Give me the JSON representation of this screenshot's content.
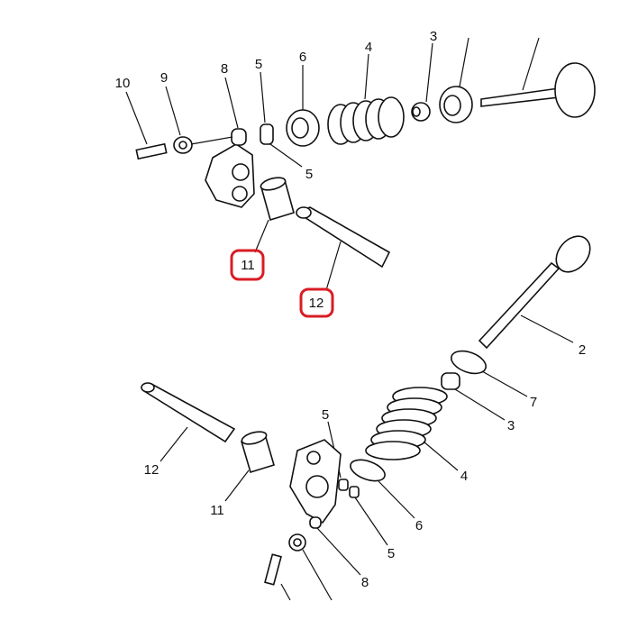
{
  "diagram": {
    "highlight_color": "#d91c24",
    "upper_labels": {
      "l10": "10",
      "l9": "9",
      "l8": "8",
      "l5a": "5",
      "l6": "6",
      "l4": "4",
      "l3": "3",
      "l5b": "5",
      "l11": "11",
      "l12": "12"
    },
    "lower_labels": {
      "l2": "2",
      "l7": "7",
      "l3": "3",
      "l4": "4",
      "l12": "12",
      "l11": "11",
      "l5a": "5",
      "l6": "6",
      "l5b": "5",
      "l8": "8"
    },
    "highlighted_parts": [
      "11",
      "12"
    ]
  }
}
